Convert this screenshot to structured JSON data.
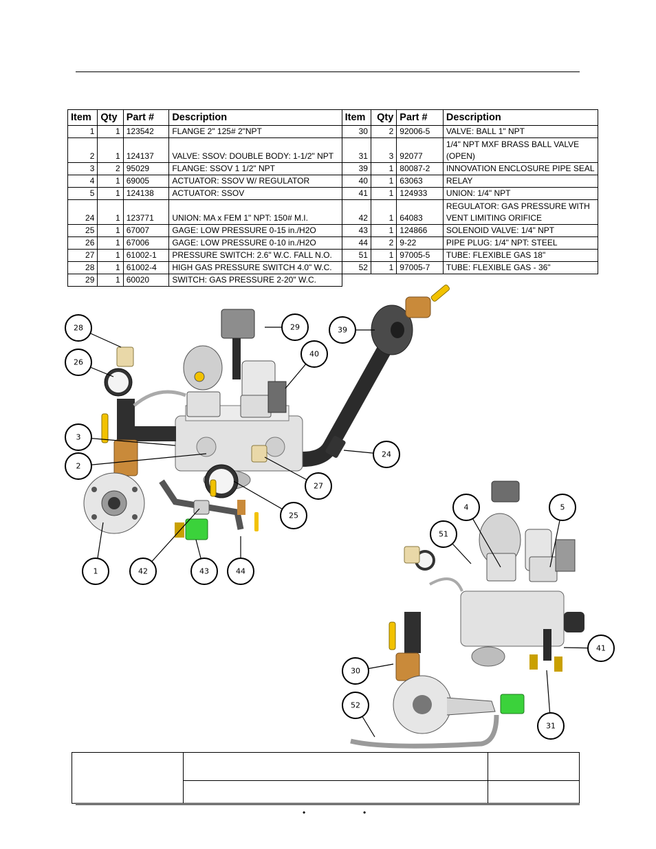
{
  "parts_table": {
    "headers": [
      "Item",
      "Qty",
      "Part #",
      "Description"
    ],
    "left": [
      {
        "item": "1",
        "qty": "1",
        "part": "123542",
        "desc": "FLANGE 2\" 125# 2\"NPT"
      },
      {
        "item": "2",
        "qty": "1",
        "part": "124137",
        "desc": "VALVE: SSOV: DOUBLE BODY: 1-1/2\" NPT"
      },
      {
        "item": "3",
        "qty": "2",
        "part": "95029",
        "desc": "FLANGE: SSOV 1 1/2\" NPT"
      },
      {
        "item": "4",
        "qty": "1",
        "part": "69005",
        "desc": "ACTUATOR: SSOV W/ REGULATOR"
      },
      {
        "item": "5",
        "qty": "1",
        "part": "124138",
        "desc": "ACTUATOR: SSOV"
      },
      {
        "item": "24",
        "qty": "1",
        "part": "123771",
        "desc": "UNION: MA x FEM 1\" NPT: 150# M.I."
      },
      {
        "item": "25",
        "qty": "1",
        "part": "67007",
        "desc": "GAGE: LOW PRESSURE 0-15  in./H2O"
      },
      {
        "item": "26",
        "qty": "1",
        "part": "67006",
        "desc": "GAGE: LOW PRESSURE 0-10  in./H2O"
      },
      {
        "item": "27",
        "qty": "1",
        "part": "61002-1",
        "desc": "PRESSURE SWITCH: 2.6\" W.C. FALL N.O."
      },
      {
        "item": "28",
        "qty": "1",
        "part": "61002-4",
        "desc": "HIGH GAS PRESSURE SWITCH 4.0\" W.C."
      },
      {
        "item": "29",
        "qty": "1",
        "part": "60020",
        "desc": "SWITCH: GAS PRESSURE 2-20\" W.C."
      }
    ],
    "right": [
      {
        "item": "30",
        "qty": "2",
        "part": "92006-5",
        "desc": "VALVE: BALL 1\" NPT"
      },
      {
        "item": "31",
        "qty": "3",
        "part": "92077",
        "desc": "1/4\" NPT MXF BRASS BALL VALVE (OPEN)"
      },
      {
        "item": "39",
        "qty": "1",
        "part": "80087-2",
        "desc": "INNOVATION ENCLOSURE PIPE SEAL"
      },
      {
        "item": "40",
        "qty": "1",
        "part": "63063",
        "desc": "RELAY"
      },
      {
        "item": "41",
        "qty": "1",
        "part": "124933",
        "desc": "UNION: 1/4\" NPT"
      },
      {
        "item": "42",
        "qty": "1",
        "part": "64083",
        "desc": "REGULATOR: GAS PRESSURE WITH VENT LIMITING ORIFICE"
      },
      {
        "item": "43",
        "qty": "1",
        "part": "124866",
        "desc": "SOLENOID VALVE: 1/4\" NPT"
      },
      {
        "item": "44",
        "qty": "2",
        "part": "9-22",
        "desc": "PIPE PLUG: 1/4\" NPT: STEEL"
      },
      {
        "item": "51",
        "qty": "1",
        "part": "97005-5",
        "desc": "TUBE: FLEXIBLE GAS 18\""
      },
      {
        "item": "52",
        "qty": "1",
        "part": "97005-7",
        "desc": "TUBE: FLEXIBLE GAS - 36\""
      }
    ]
  },
  "callouts": [
    "28",
    "26",
    "3",
    "2",
    "1",
    "42",
    "43",
    "44",
    "25",
    "27",
    "24",
    "39",
    "29",
    "40",
    "4",
    "5",
    "51",
    "41",
    "30",
    "52",
    "31"
  ],
  "footer": {
    "bullets": [
      "•",
      "•"
    ]
  },
  "colors": {
    "pipe_black": "#2b2b2b",
    "brass": "#c98a3a",
    "valve_handle_yellow": "#f2c200",
    "solenoid_green": "#3bd23b",
    "body_gray": "#d9d9d9"
  }
}
